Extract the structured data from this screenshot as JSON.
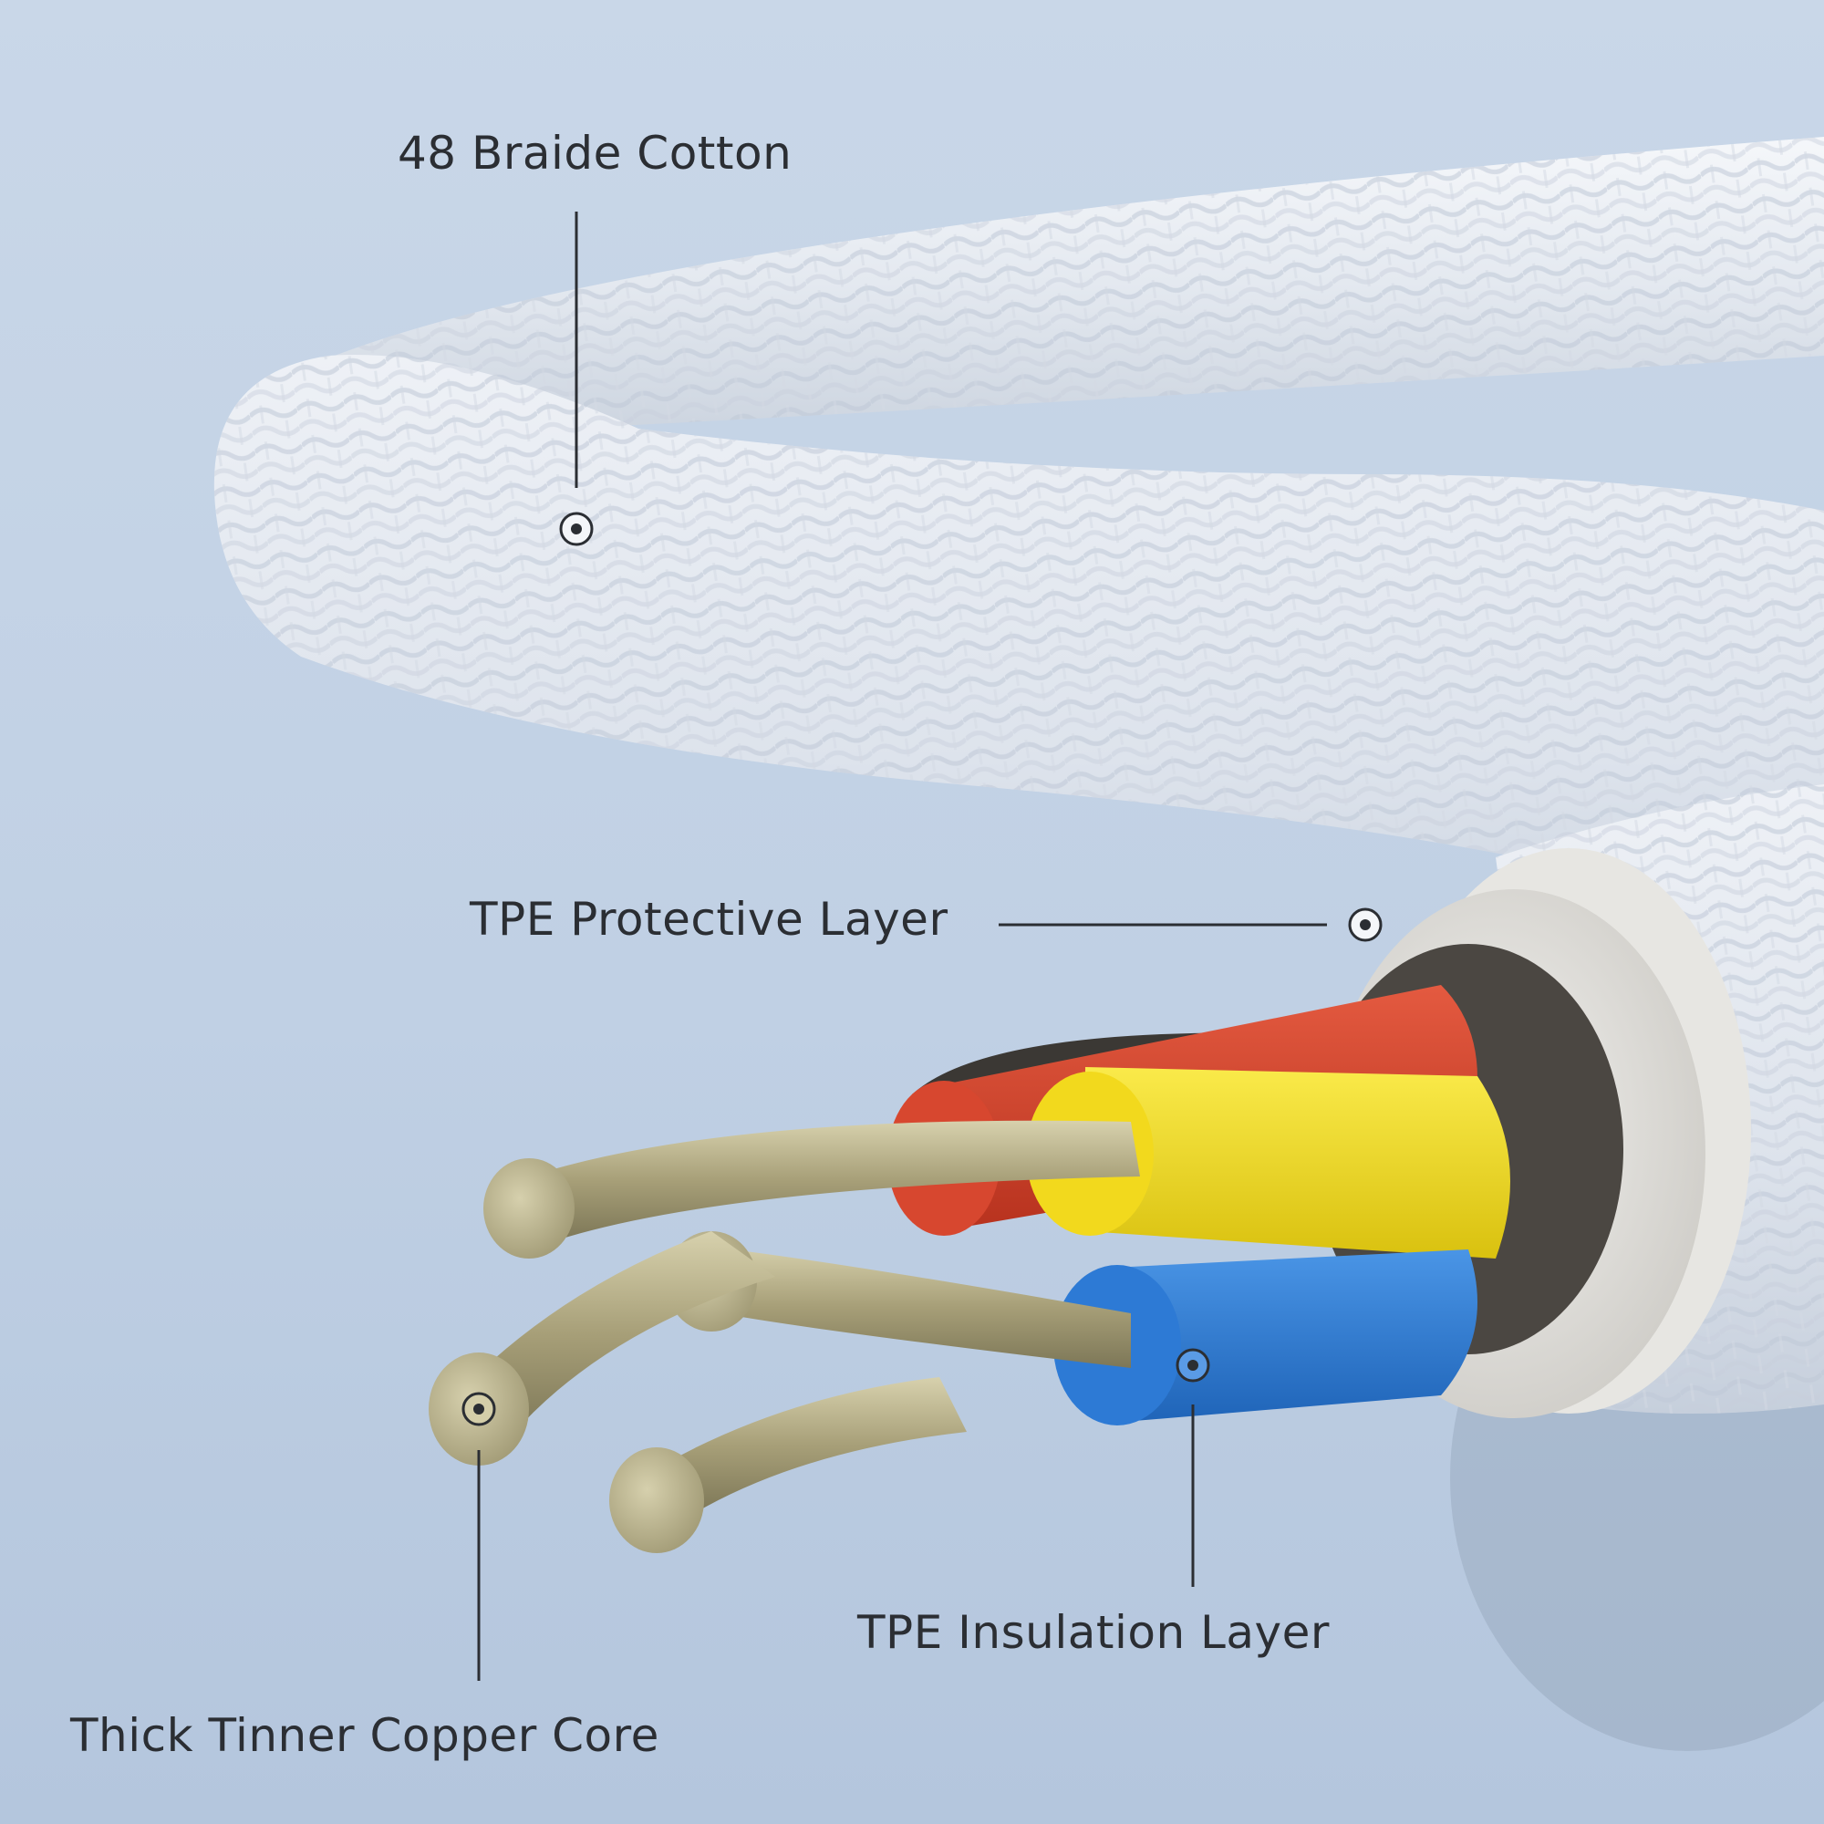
{
  "labels": {
    "braided_cotton": "48 Braide Cotton",
    "protective_layer": "TPE Protective Layer",
    "insulation_layer": "TPE Insulation Layer",
    "copper_core": "Thick Tinner Copper Core"
  },
  "colors": {
    "background": "#c4d3e6",
    "braid": "#e6ebf2",
    "protective_layer": "#dcdad6",
    "insulation_red": "#d2402a",
    "insulation_yellow": "#f3dc22",
    "insulation_blue": "#2f7fd8",
    "copper_core": "#b7b08a",
    "leader_line": "#2b2e33"
  }
}
